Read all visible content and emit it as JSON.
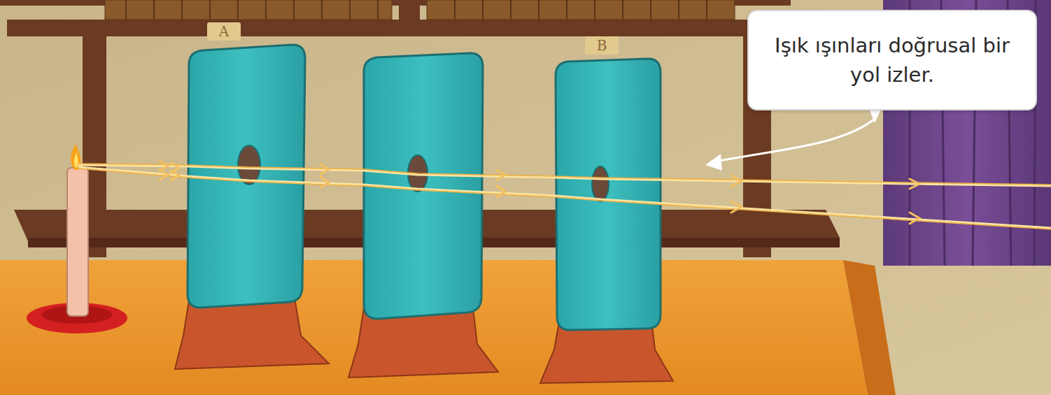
{
  "diagram": {
    "nodes": [
      {
        "text": [
          "Işık ışınları doğrusal bir yol izler."
        ]
      }
    ],
    "labels": [
      "A",
      "B"
    ]
  }
}
